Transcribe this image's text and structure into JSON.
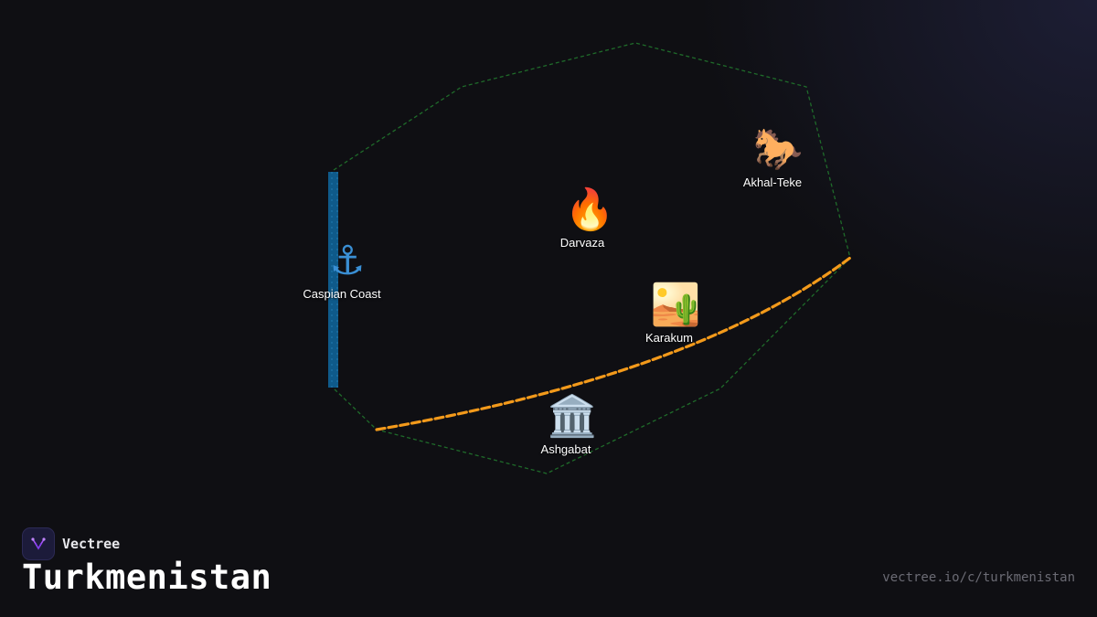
{
  "map": {
    "title": "Turkmenistan",
    "points_of_interest": [
      {
        "id": "caspian-coast",
        "label": "Caspian Coast",
        "icon": "anchor-icon",
        "glyph": "⚓"
      },
      {
        "id": "darvaza",
        "label": "Darvaza",
        "icon": "fire-icon",
        "glyph": "🔥"
      },
      {
        "id": "akhal-teke",
        "label": "Akhal-Teke",
        "icon": "horse-icon",
        "glyph": "🐎"
      },
      {
        "id": "karakum",
        "label": "Karakum",
        "icon": "desert-icon",
        "glyph": "🏜️"
      },
      {
        "id": "ashgabat",
        "label": "Ashgabat",
        "icon": "classical-building-icon",
        "glyph": "🏛️"
      }
    ],
    "colors": {
      "border": "#1f6b2a",
      "coast": "#0f5a8a",
      "route": "#f39a1b",
      "background": "#0f0f13"
    }
  },
  "brand": {
    "name": "Vectree",
    "url": "vectree.io/c/turkmenistan"
  }
}
